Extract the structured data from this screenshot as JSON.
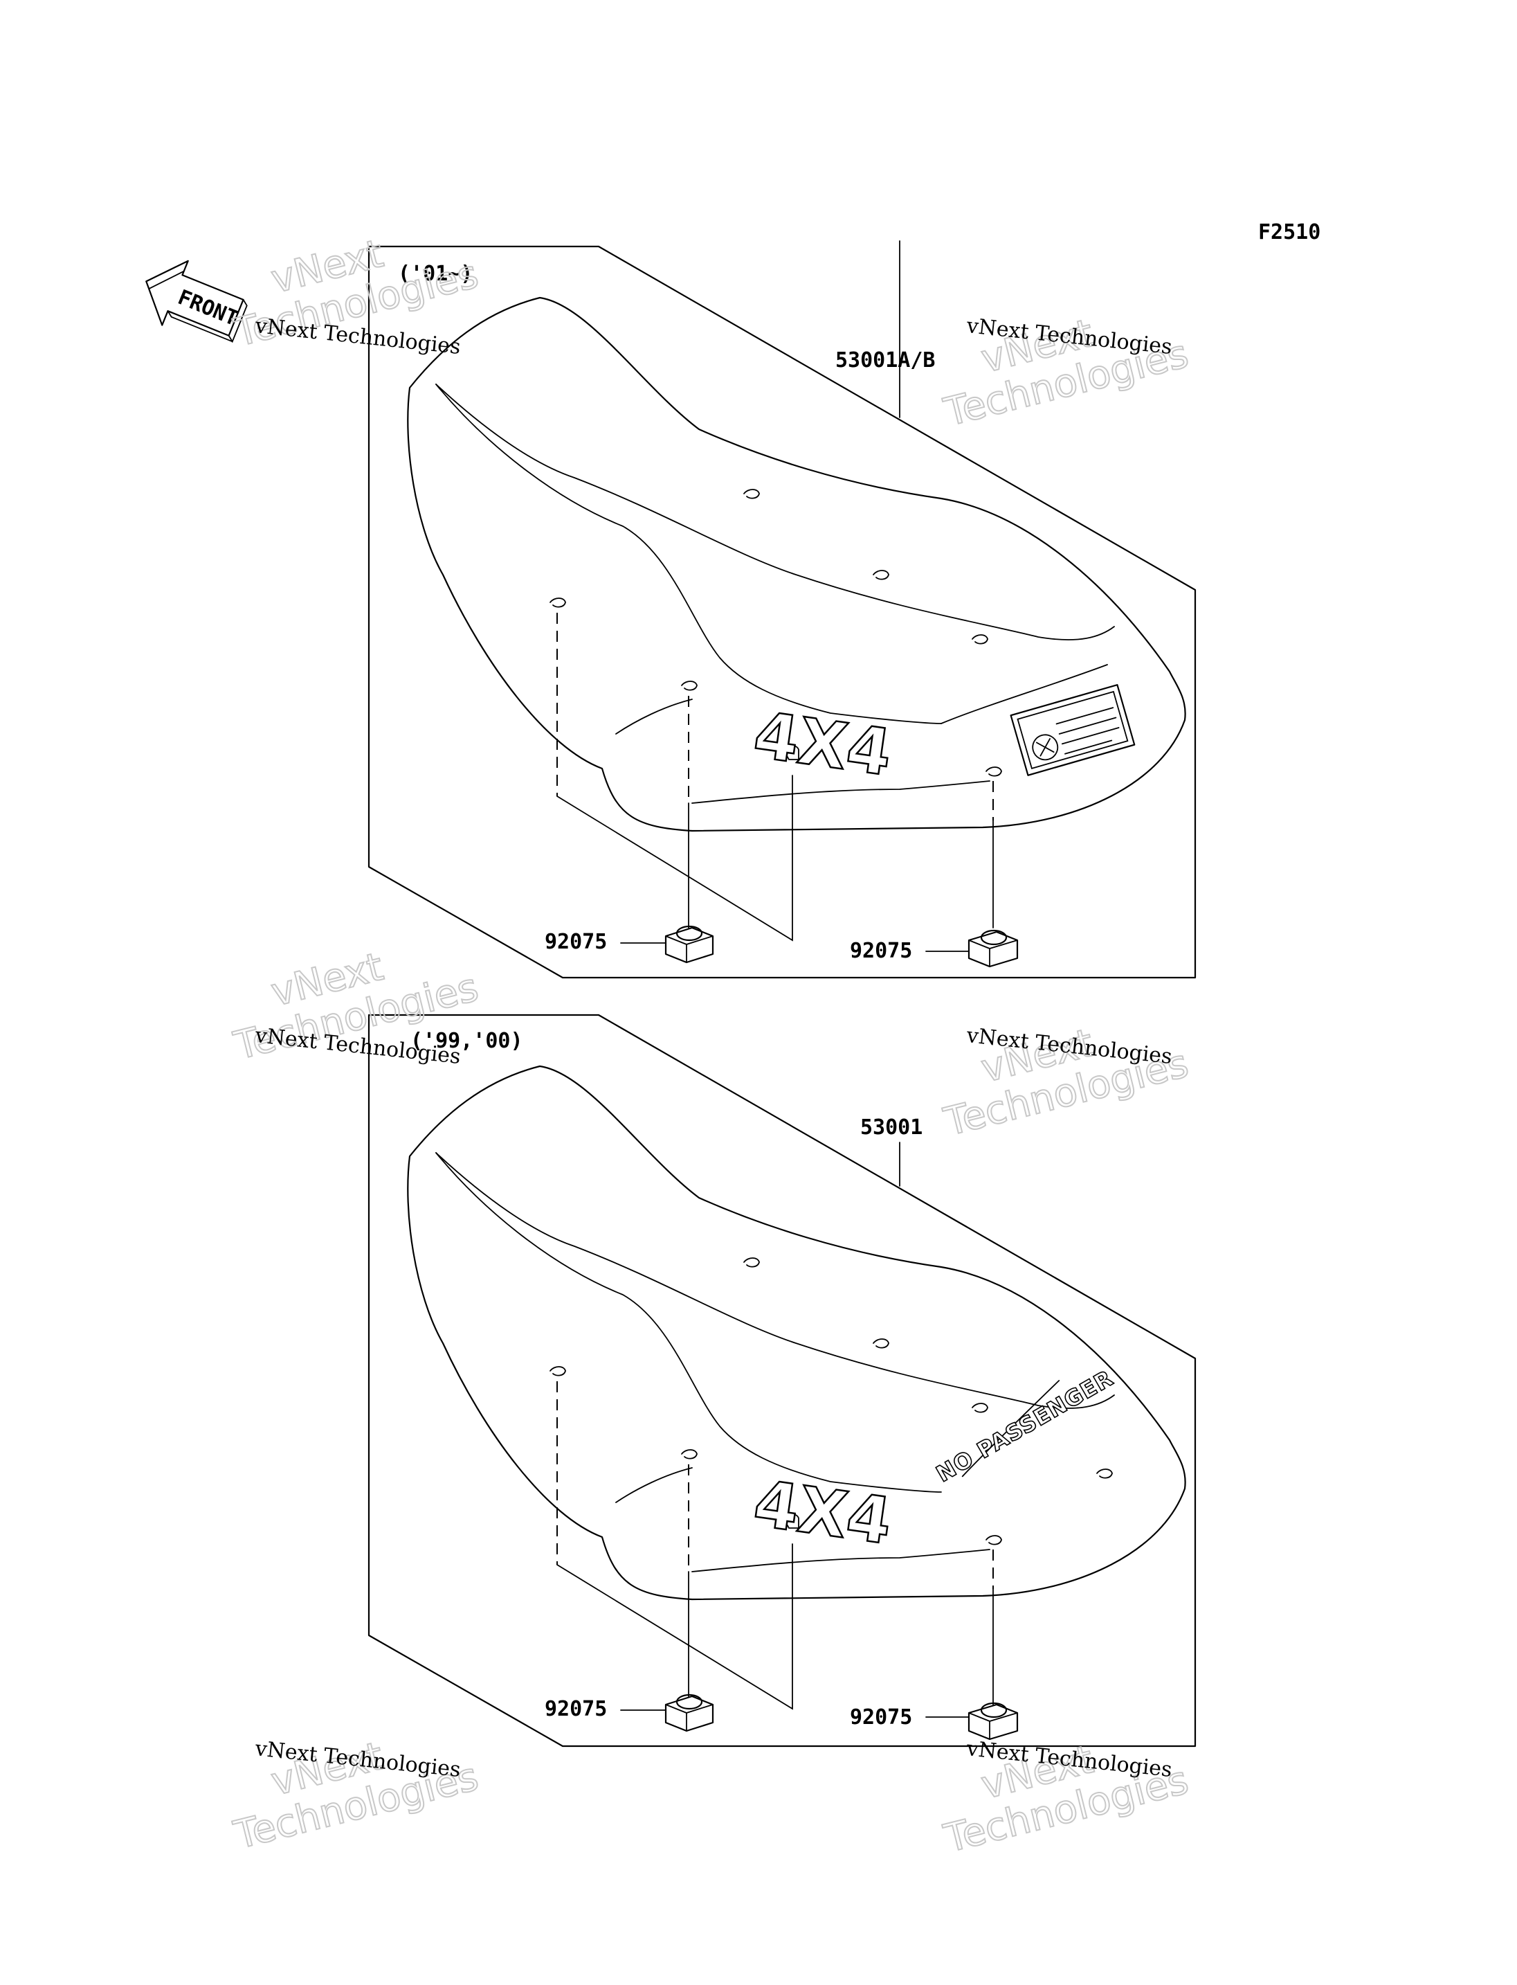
{
  "figure_code": "F2510",
  "front_label": "FRONT",
  "watermark": {
    "line1": "vNext",
    "line2": "Technologies",
    "caption": "vNext Technologies"
  },
  "upper_assembly": {
    "year_label": "('01~)",
    "seat_part": "53001A/B",
    "stopper_left": "92075",
    "stopper_right": "92075",
    "seat_logo": "4X4"
  },
  "lower_assembly": {
    "year_label": "('99,'00)",
    "seat_part": "53001",
    "stopper_left": "92075",
    "stopper_right": "92075",
    "seat_logo": "4X4",
    "decal_text": "NO PASSENGER"
  }
}
